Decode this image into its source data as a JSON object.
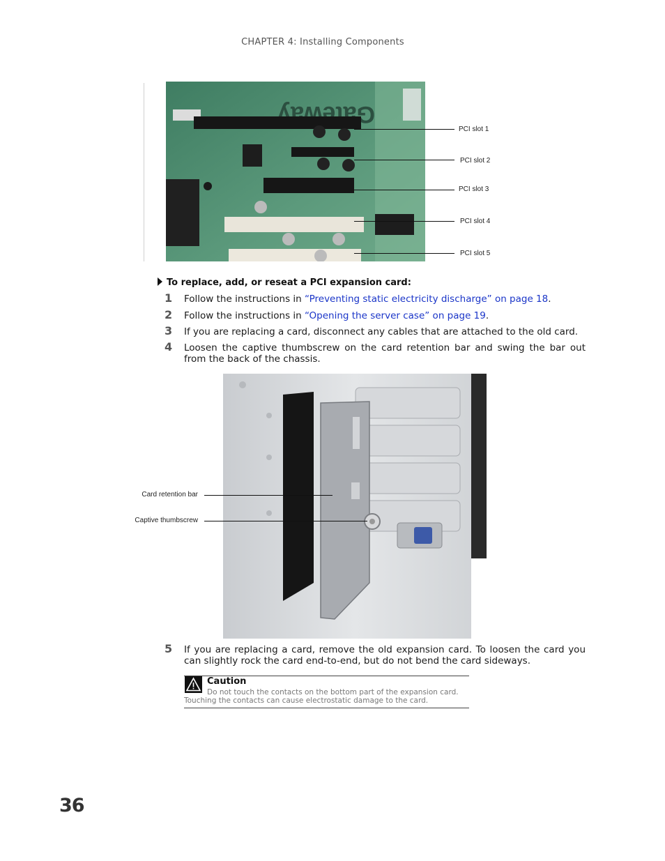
{
  "header": {
    "chapter": "CHAPTER 4: Installing Components"
  },
  "figure1": {
    "logo_text": "Gateway",
    "labels": [
      "PCI slot 1",
      "PCI slot 2",
      "PCI slot 3",
      "PCI slot 4",
      "PCI slot 5"
    ]
  },
  "procedure": {
    "heading": "To replace, add, or reseat a PCI expansion card:",
    "steps": [
      {
        "num": "1",
        "before": "Follow the instructions in ",
        "link": "“Preventing static electricity discharge” on page 18",
        "after": "."
      },
      {
        "num": "2",
        "before": "Follow the instructions in ",
        "link": "“Opening the server case” on page 19",
        "after": "."
      },
      {
        "num": "3",
        "text": "If you are replacing a card, disconnect any cables that are attached to the old card."
      },
      {
        "num": "4",
        "text": "Loosen the captive thumbscrew on the card retention bar and swing the bar out from the back of the chassis."
      },
      {
        "num": "5",
        "text": "If you are replacing a card, remove the old expansion card. To loosen the card you can slightly rock the card end-to-end, but do not bend the card sideways."
      }
    ]
  },
  "figure2": {
    "labels": [
      "Card retention bar",
      "Captive thumbscrew"
    ]
  },
  "caution": {
    "title": "Caution",
    "body": "Do not touch the contacts on the bottom part of the expansion card. Touching the contacts can cause electrostatic damage to the card."
  },
  "page_number": "36",
  "colors": {
    "link": "#1a35c8",
    "board_green": "#4f8a6e"
  }
}
